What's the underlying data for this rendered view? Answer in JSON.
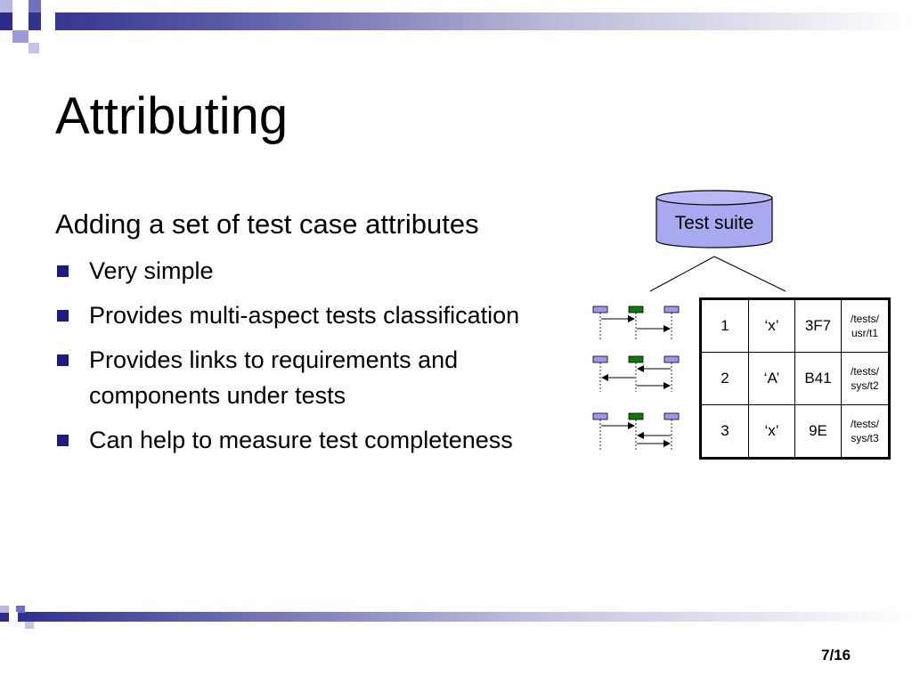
{
  "slide": {
    "title": "Attributing",
    "intro": "Adding a set of test case attributes",
    "bullets": [
      "Very simple",
      "Provides multi-aspect tests classification",
      "Provides links to requirements and components under tests",
      "Can help to measure test completeness"
    ],
    "page_number": "7/16"
  },
  "diagram": {
    "database_label": "Test suite",
    "table_rows": [
      [
        "1",
        "‘x’",
        "3F7",
        "/tests/\nusr/t1"
      ],
      [
        "2",
        "‘A’",
        "B41",
        "/tests/\nsys/t2"
      ],
      [
        "3",
        "‘x’",
        "9E",
        "/tests/\nsys/t3"
      ]
    ]
  },
  "colors": {
    "accent_dark": "#1c1c80",
    "database_fill": "#a9a9f0",
    "lifeline_box": "#9a9ae6",
    "lifeline_box_green": "#0d7a0d"
  }
}
